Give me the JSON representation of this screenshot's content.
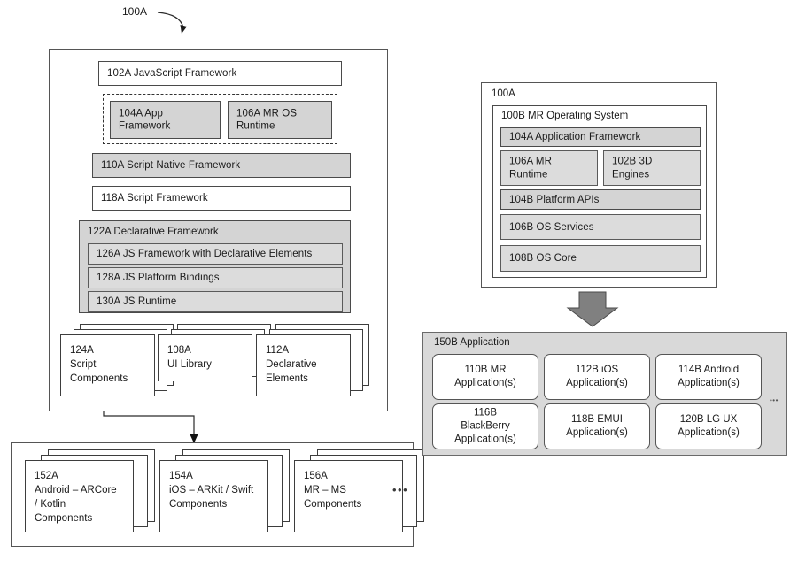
{
  "figure": {
    "callout_label": "100A"
  },
  "left_panel": {
    "name": "client-framework-stack",
    "rows": {
      "js_framework": "102A  JavaScript Framework",
      "app_framework": "104A  App\nFramework",
      "mr_os_runtime": "106A  MR OS\nRuntime",
      "script_native_framework": "110A  Script Native Framework",
      "script_framework": "118A Script Framework",
      "declarative_framework": "122A  Declarative Framework",
      "js_framework_declarative": "126A  JS Framework with Declarative Elements",
      "js_platform_bindings": "128A  JS Platform Bindings",
      "js_runtime": "130A  JS Runtime"
    },
    "stacks": [
      {
        "name": "script-components",
        "text": "124A\nScript\nComponents"
      },
      {
        "name": "ui-library",
        "text": "108A\nUI Library"
      },
      {
        "name": "declarative-elements",
        "text": "112A\nDeclarative\nElements"
      }
    ]
  },
  "bottom_left_panel": {
    "name": "platform-components",
    "stacks": [
      {
        "name": "android-arcore-kotlin-components",
        "text": "152A\nAndroid – ARCore\n/ Kotlin\nComponents"
      },
      {
        "name": "ios-arkit-swift-components",
        "text": "154A\niOS – ARKit / Swift\nComponents"
      },
      {
        "name": "mr-ms-components",
        "text": "156A\nMR – MS\nComponents"
      }
    ],
    "ellipsis": "•••"
  },
  "right_panel": {
    "name": "mr-operating-system-stack",
    "outer_label": "100A",
    "os_label": "100B  MR Operating System",
    "rows": {
      "application_framework": "104A  Application Framework",
      "mr_runtime": "106A  MR\nRuntime",
      "engines_3d": "102B  3D\nEngines",
      "platform_apis": "104B  Platform APIs",
      "os_services": "106B  OS Services",
      "os_core": "108B  OS Core"
    }
  },
  "application_panel": {
    "name": "application-container",
    "title": "150B  Application",
    "ellipsis": "•••",
    "apps": [
      {
        "name": "mr-applications",
        "text": "110B MR\nApplication(s)"
      },
      {
        "name": "ios-applications",
        "text": "112B iOS\nApplication(s)"
      },
      {
        "name": "android-applications",
        "text": "114B Android\nApplication(s)"
      },
      {
        "name": "blackberry-applications",
        "text": "116B\nBlackBerry\nApplication(s)"
      },
      {
        "name": "emui-applications",
        "text": "118B EMUI\nApplication(s)"
      },
      {
        "name": "lgux-applications",
        "text": "120B LG UX\nApplication(s)"
      }
    ]
  },
  "colors": {
    "fill_gray": "#d4d4d4",
    "fill_gray_light": "#dcdcdc",
    "stroke": "#4a4a4a",
    "arrow_gray": "#808080"
  }
}
